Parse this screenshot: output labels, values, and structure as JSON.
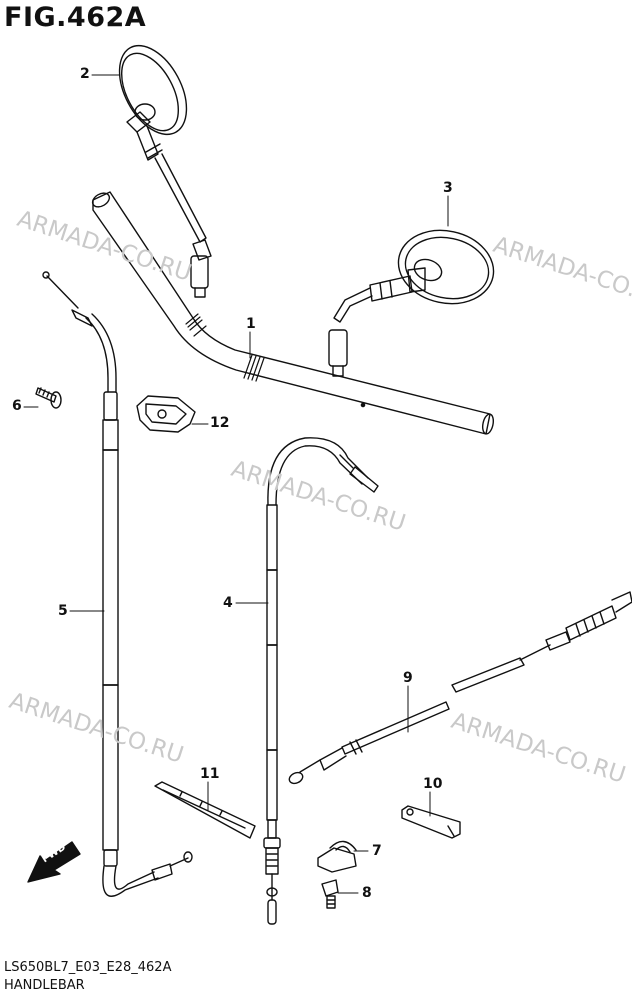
{
  "figure": {
    "title": "FIG.462A"
  },
  "watermark": {
    "text": "ARMADA-CO.RU"
  },
  "parts": [
    {
      "number": "1"
    },
    {
      "number": "2"
    },
    {
      "number": "3"
    },
    {
      "number": "4"
    },
    {
      "number": "5"
    },
    {
      "number": "6"
    },
    {
      "number": "7"
    },
    {
      "number": "8"
    },
    {
      "number": "9"
    },
    {
      "number": "10"
    },
    {
      "number": "11"
    },
    {
      "number": "12"
    }
  ],
  "direction_arrow": {
    "label": "FWD"
  },
  "footer": {
    "code": "LS650BL7_E03_E28_462A",
    "name": "HANDLEBAR"
  }
}
